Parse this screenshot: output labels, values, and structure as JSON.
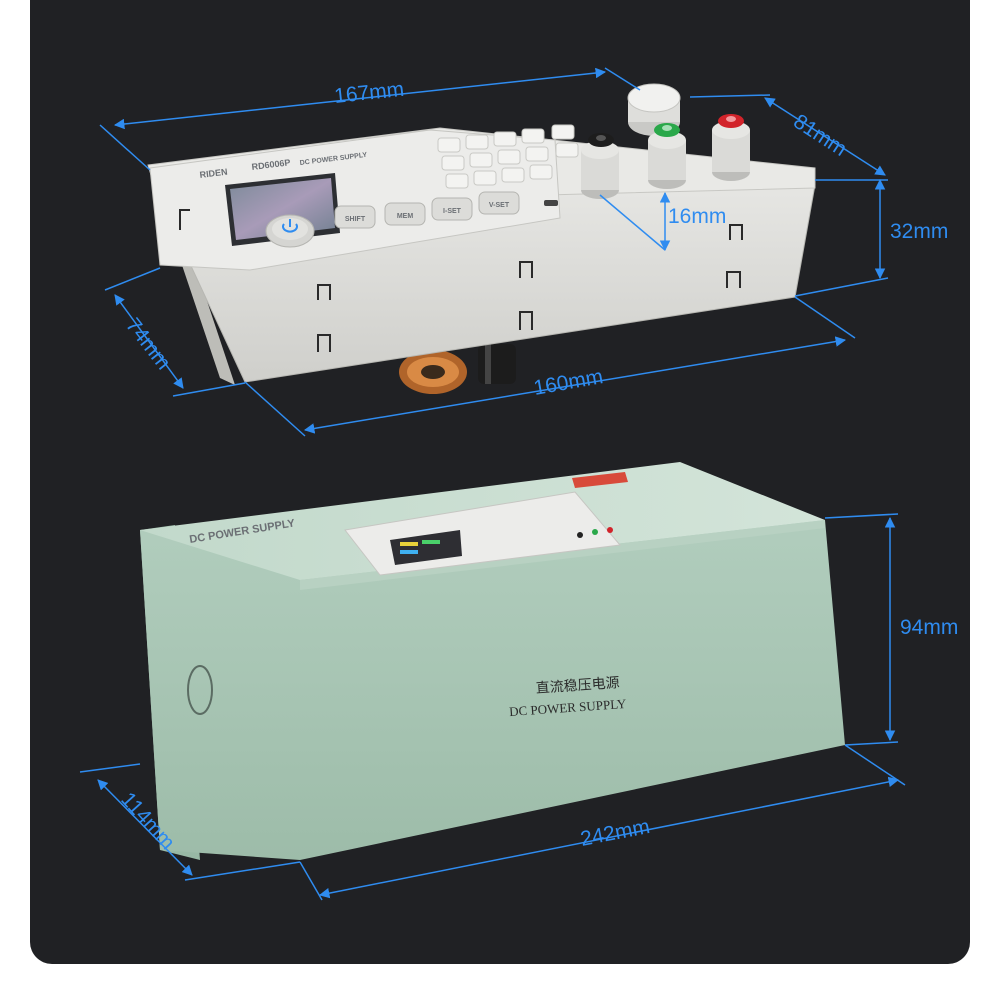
{
  "colors": {
    "background": "#202124",
    "dimension_line": "#2f8cf0",
    "device_body": "#dcdcd8",
    "box": "#a9c6b6"
  },
  "device": {
    "brand": "RIDEN",
    "model": "RD6006P",
    "subtitle": "DC POWER SUPPLY",
    "buttons": [
      "SHIFT",
      "MEM",
      "I-SET",
      "V-SET"
    ],
    "power_icon": "power-icon",
    "terminals": [
      "black-terminal",
      "green-terminal",
      "red-terminal"
    ]
  },
  "box": {
    "top_label": "DC POWER SUPPLY",
    "front_label_cn": "直流稳压电源",
    "front_label_en": "DC POWER SUPPLY"
  },
  "dimensions": {
    "device_length": "167mm",
    "device_depth_top": "81mm",
    "terminal_height": "16mm",
    "device_height": "32mm",
    "device_depth": "74mm",
    "device_width": "160mm",
    "box_height": "94mm",
    "box_depth": "114mm",
    "box_length": "242mm"
  }
}
